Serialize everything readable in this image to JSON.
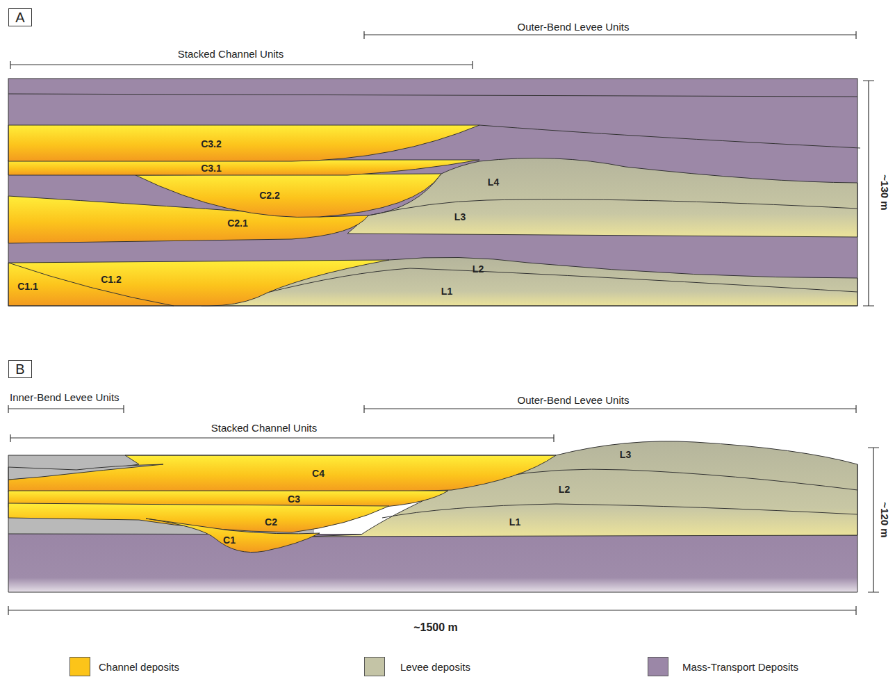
{
  "diagram": {
    "nodes": [
      {
        "text": [
          "A"
        ]
      },
      {
        "text": [
          "B"
        ]
      }
    ],
    "labels": [
      "Outer-Bend Levee Units",
      "Stacked Channel Units",
      "C3.2",
      "C3.1",
      "L4",
      "C2.2",
      "L3",
      "C2.1",
      "L2",
      "C1.2",
      "C1.1",
      "L1",
      "~130 m",
      "Inner-Bend Levee Units",
      "Outer-Bend Levee Units",
      "Stacked Channel Units",
      "L3",
      "C4",
      "L2",
      "C3",
      "C2",
      "L1",
      "C1",
      "~120 m",
      "~1500 m"
    ],
    "legend": [
      {
        "text": "Channel deposits",
        "color": "#fcc419"
      },
      {
        "text": "Levee deposits",
        "color": "#c4c4a6"
      },
      {
        "text": "Mass-Transport Deposits",
        "color": "#9b87a7"
      }
    ]
  }
}
